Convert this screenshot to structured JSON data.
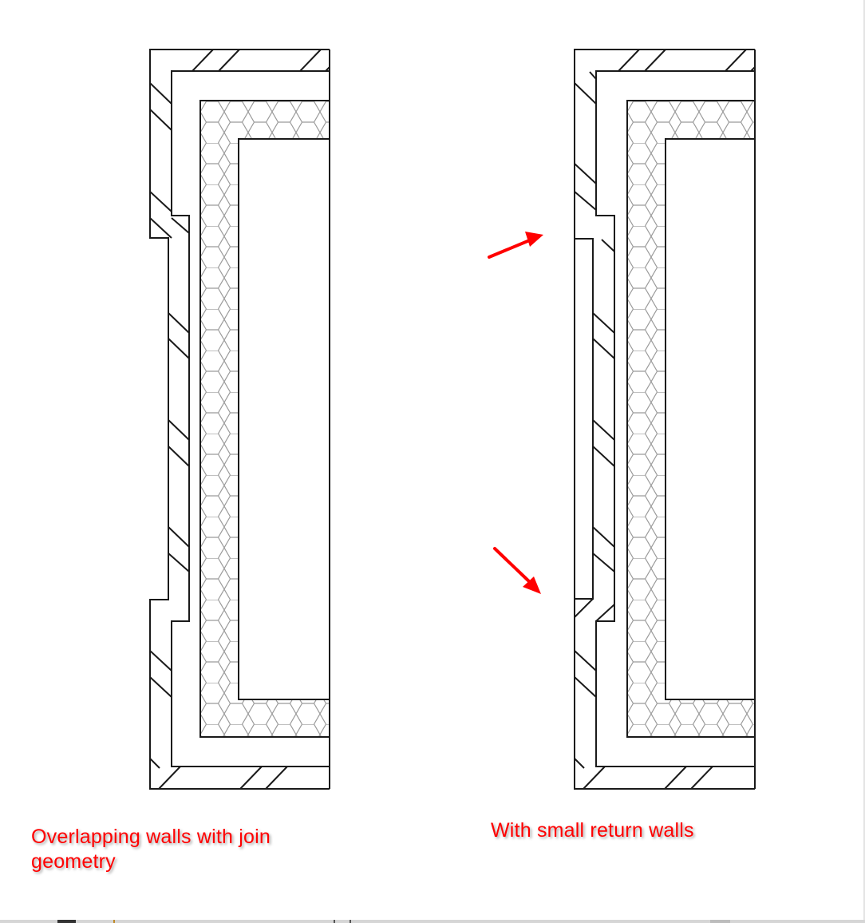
{
  "diagram": {
    "type": "wall-join plan detail",
    "line_color": "#1a1a1a",
    "insulation_color": "#9a9a9a",
    "annotation_color": "#ff0000",
    "panels": [
      {
        "id": "left",
        "caption": "Overlapping walls with join geometry"
      },
      {
        "id": "right",
        "caption": "With small return walls"
      }
    ],
    "arrows": [
      {
        "panel": "right",
        "points_to": "upper return wall"
      },
      {
        "panel": "right",
        "points_to": "lower return wall"
      }
    ]
  },
  "captions": {
    "left": "Overlapping walls with join geometry",
    "right": "With small return walls"
  }
}
